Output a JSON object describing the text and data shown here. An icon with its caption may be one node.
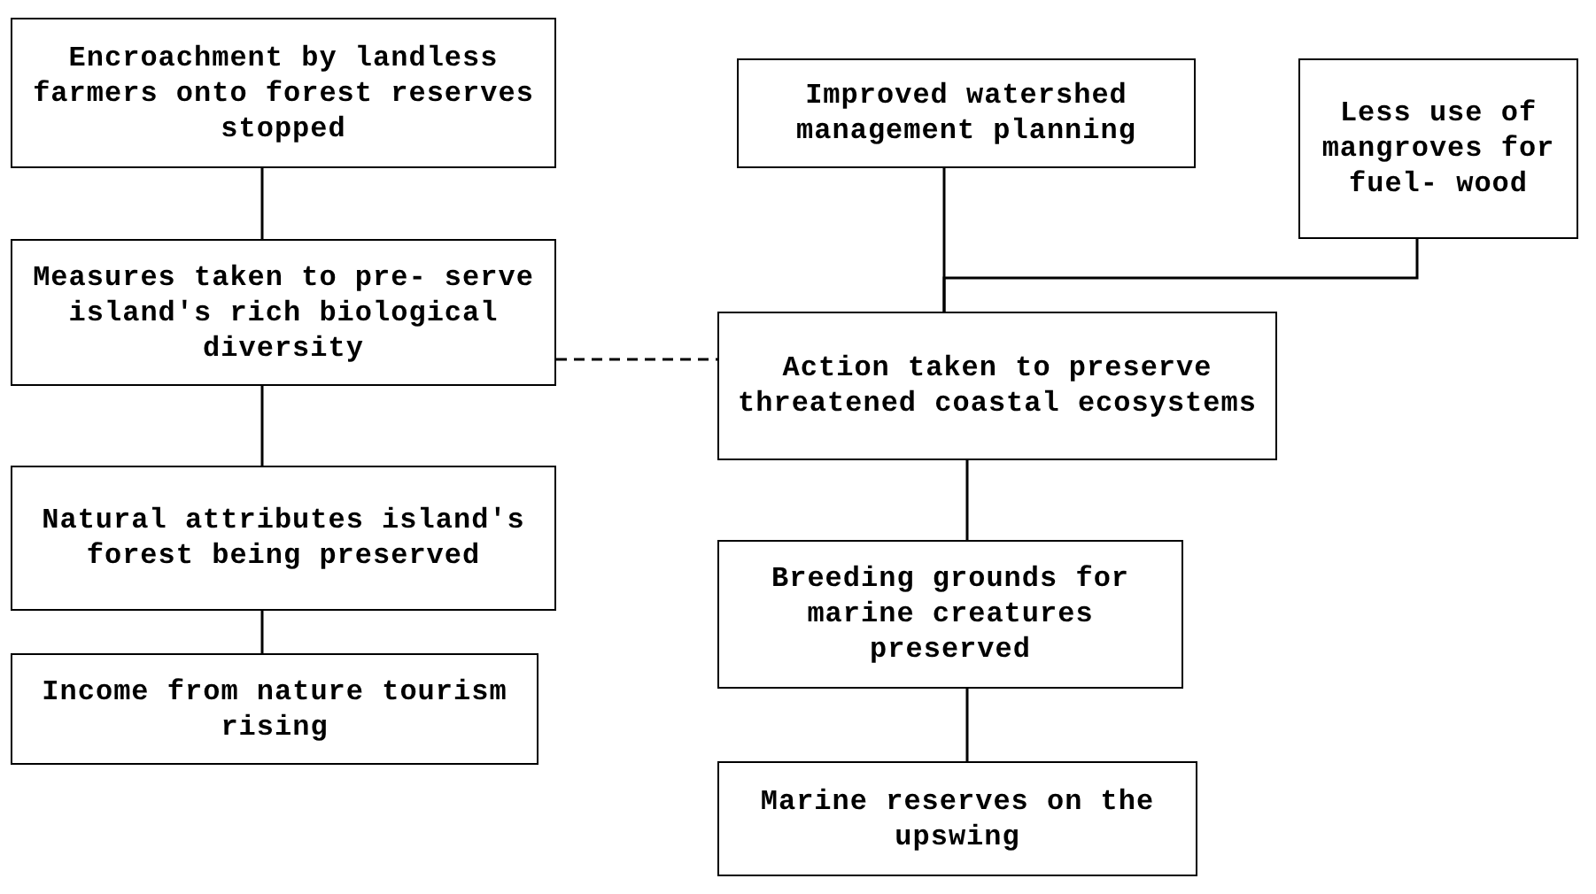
{
  "diagram": {
    "nodes": [
      {
        "text": [
          "Encroachment by landless farmers onto forest reserves stopped"
        ]
      },
      {
        "text": [
          "Measures taken to pre- serve island's rich biological diversity"
        ]
      },
      {
        "text": [
          "Natural attributes island's forest being preserved"
        ]
      },
      {
        "text": [
          "Income from nature tourism rising"
        ]
      },
      {
        "text": [
          "Improved watershed management planning"
        ]
      },
      {
        "text": [
          "Less use of mangroves for fuel- wood"
        ]
      },
      {
        "text": [
          "Action taken to preserve threatened coastal ecosystems"
        ]
      },
      {
        "text": [
          "Breeding grounds for marine creatures preserved"
        ]
      },
      {
        "text": [
          "Marine reserves on the upswing"
        ]
      }
    ],
    "edges": [
      {
        "from": 0,
        "to": 1,
        "arrow": "none"
      },
      {
        "from": 1,
        "to": 2,
        "arrow": "none"
      },
      {
        "from": 2,
        "to": 3,
        "arrow": "none"
      },
      {
        "from": 1,
        "to": 6,
        "arrow": "none",
        "style": "dashed"
      },
      {
        "from": 4,
        "to": 6,
        "arrow": "none"
      },
      {
        "from": 5,
        "to": 6,
        "arrow": "none"
      },
      {
        "from": 6,
        "to": 7,
        "arrow": "none"
      },
      {
        "from": 7,
        "to": 8,
        "arrow": "none"
      }
    ]
  }
}
